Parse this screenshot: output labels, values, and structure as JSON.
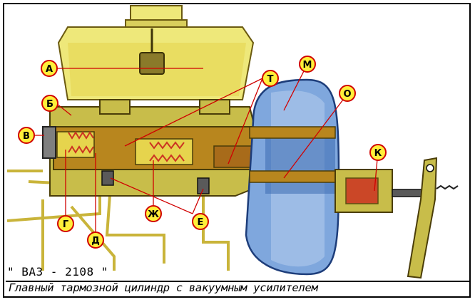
{
  "model_label": "\" ВАЗ - 2108 \"",
  "caption": "Главный тармозной цилиндр с вакуумным усилителем",
  "callouts": {
    "a": "А",
    "b": "Б",
    "v": "В",
    "g": "Г",
    "d": "Д",
    "zh": "Ж",
    "e": "Е",
    "t": "Т",
    "m": "М",
    "o": "О",
    "k": "К"
  },
  "colors": {
    "reservoir": "#eee87a",
    "cylinder_body": "#c8bd4a",
    "booster": "#7fa7dd",
    "booster_dark": "#3c6bb0",
    "fluid": "#b8861e",
    "callout_fill": "#ffef3a",
    "callout_line": "#d00000",
    "spring": "#cc3322"
  }
}
